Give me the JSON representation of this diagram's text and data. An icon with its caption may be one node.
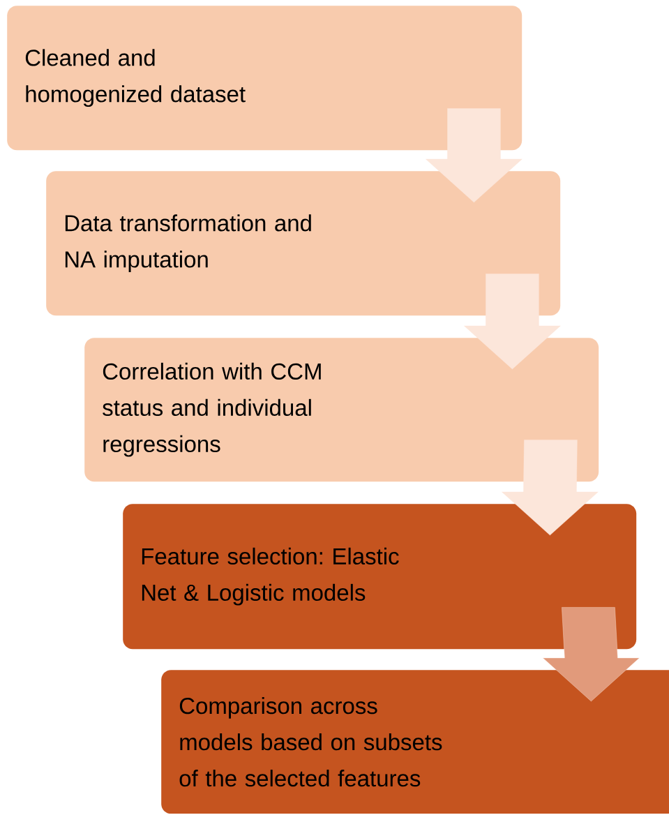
{
  "diagram": {
    "nodes": [
      {
        "text": [
          "Cleaned and homogenized dataset"
        ]
      },
      {
        "text": [
          "Data transformation and NA imputation"
        ]
      },
      {
        "text": [
          "Correlation with CCM status and individual regressions"
        ]
      },
      {
        "text": [
          "Feature selection: Elastic Net & Logistic models"
        ]
      },
      {
        "text": [
          "Comparison across models based on subsets of the selected features"
        ]
      }
    ],
    "edges": [
      {
        "from": 0,
        "to": 1,
        "arrow": "to"
      },
      {
        "from": 1,
        "to": 2,
        "arrow": "to"
      },
      {
        "from": 2,
        "to": 3,
        "arrow": "to"
      },
      {
        "from": 3,
        "to": 4,
        "arrow": "to",
        "color": "#e19a7b"
      }
    ]
  }
}
